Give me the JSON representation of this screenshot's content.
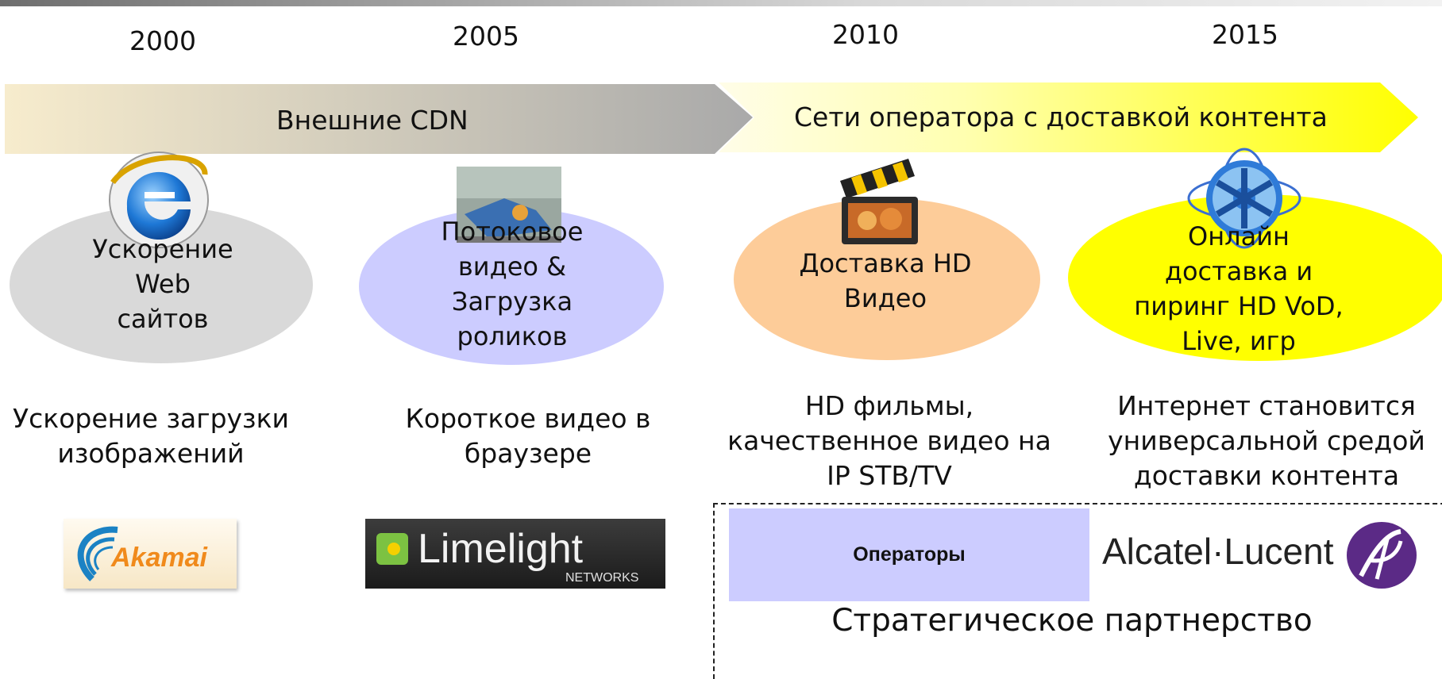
{
  "timeline": {
    "years": [
      "2000",
      "2005",
      "2010",
      "2015"
    ]
  },
  "arrows": {
    "external_cdn": "Внешние CDN",
    "operator_networks": "Сети оператора с доставкой контента"
  },
  "stages": [
    {
      "ellipse_lines": [
        "Ускорение",
        "Web",
        "сайтов"
      ],
      "ellipse_color": "#d9d9d9",
      "icon": "internet-explorer-icon",
      "description": [
        "Ускорение загрузки",
        "изображений"
      ]
    },
    {
      "ellipse_lines": [
        "Потоковое",
        "видео &",
        "Загрузка",
        "роликов"
      ],
      "ellipse_color": "#ccccff",
      "icon": "video-thumbnail-icon",
      "description": [
        "Короткое видео в",
        "браузере"
      ]
    },
    {
      "ellipse_lines": [
        "Доставка HD",
        "Видео"
      ],
      "ellipse_color": "#fdcc99",
      "icon": "clapperboard-icon",
      "description": [
        "HD фильмы,",
        "качественное видео на",
        "IP STB/TV"
      ]
    },
    {
      "ellipse_lines": [
        "Онлайн",
        "доставка и",
        "пиринг HD VoD,",
        "Live, игр"
      ],
      "ellipse_color": "#ffff00",
      "icon": "film-reel-globe-icon",
      "description": [
        "Интернет становится",
        "универсальной средой",
        "доставки контента"
      ]
    }
  ],
  "logos": {
    "akamai": "Akamai",
    "limelight": "Limelight",
    "limelight_sub": "NETWORKS",
    "alcatel": "Alcatel·Lucent"
  },
  "partnership": {
    "operators_label": "Операторы",
    "caption": "Стратегическое партнерство"
  },
  "colors": {
    "arrow1_start": "#f7eccd",
    "arrow1_end": "#a9a9a9",
    "arrow2_start": "#fffde8",
    "arrow2_end": "#ffff00",
    "operators_bg": "#ccccff",
    "alcatel_purple": "#5b2a86"
  }
}
